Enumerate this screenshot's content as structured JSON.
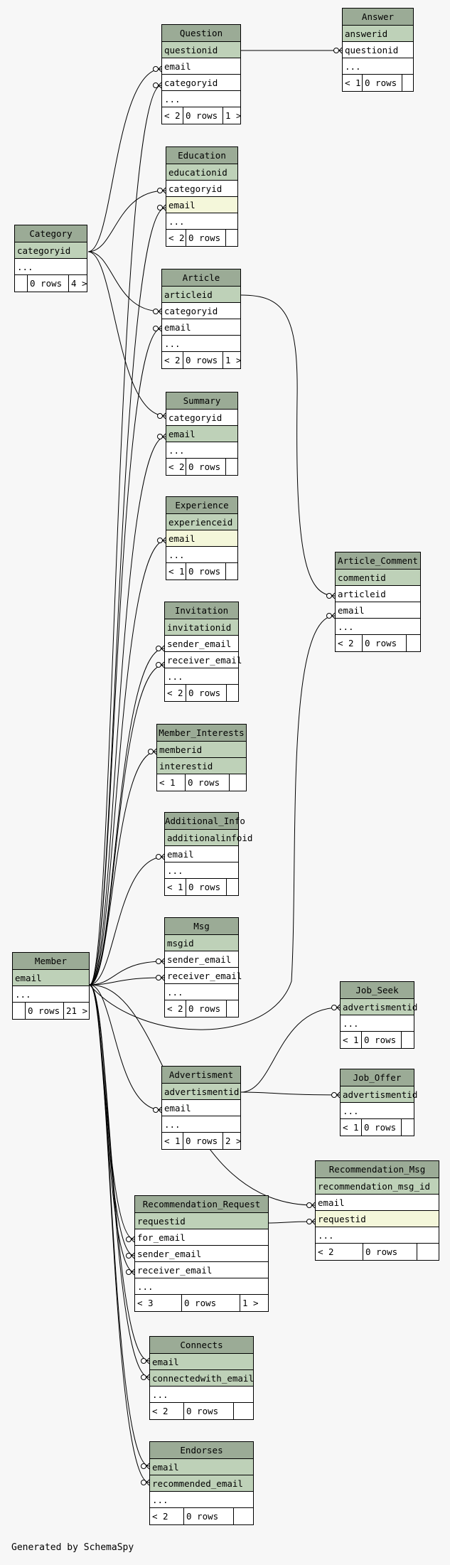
{
  "colors": {
    "background": "#f7f7f7",
    "table_header": "#9bab96",
    "key_column": "#bed1b8",
    "indexed_column": "#f4f7da",
    "plain_column": "#ffffff"
  },
  "tables": {
    "question": {
      "name": "Question",
      "columns": [
        "questionid",
        "email",
        "categoryid",
        "..."
      ],
      "foot": [
        "< 2",
        "0 rows",
        "1 >"
      ]
    },
    "answer": {
      "name": "Answer",
      "columns": [
        "answerid",
        "questionid",
        "..."
      ],
      "foot": [
        "< 1",
        "0 rows",
        ""
      ]
    },
    "education": {
      "name": "Education",
      "columns": [
        "educationid",
        "categoryid",
        "email",
        "..."
      ],
      "foot": [
        "< 2",
        "0 rows",
        ""
      ]
    },
    "category": {
      "name": "Category",
      "columns": [
        "categoryid",
        "..."
      ],
      "foot": [
        "",
        "0 rows",
        "4 >"
      ]
    },
    "article": {
      "name": "Article",
      "columns": [
        "articleid",
        "categoryid",
        "email",
        "..."
      ],
      "foot": [
        "< 2",
        "0 rows",
        "1 >"
      ]
    },
    "summary": {
      "name": "Summary",
      "columns": [
        "categoryid",
        "email",
        "..."
      ],
      "foot": [
        "< 2",
        "0 rows",
        ""
      ]
    },
    "experience": {
      "name": "Experience",
      "columns": [
        "experienceid",
        "email",
        "..."
      ],
      "foot": [
        "< 1",
        "0 rows",
        ""
      ]
    },
    "article_comment": {
      "name": "Article_Comment",
      "columns": [
        "commentid",
        "articleid",
        "email",
        "..."
      ],
      "foot": [
        "< 2",
        "0 rows",
        ""
      ]
    },
    "invitation": {
      "name": "Invitation",
      "columns": [
        "invitationid",
        "sender_email",
        "receiver_email",
        "..."
      ],
      "foot": [
        "< 2",
        "0 rows",
        ""
      ]
    },
    "member_interests": {
      "name": "Member_Interests",
      "columns": [
        "memberid",
        "interestid"
      ],
      "foot": [
        "< 1",
        "0 rows",
        ""
      ]
    },
    "additional_info": {
      "name": "Additional_Info",
      "columns": [
        "additionalinfoid",
        "email",
        "..."
      ],
      "foot": [
        "< 1",
        "0 rows",
        ""
      ]
    },
    "msg": {
      "name": "Msg",
      "columns": [
        "msgid",
        "sender_email",
        "receiver_email",
        "..."
      ],
      "foot": [
        "< 2",
        "0 rows",
        ""
      ]
    },
    "member": {
      "name": "Member",
      "columns": [
        "email",
        "..."
      ],
      "foot": [
        "",
        "0 rows",
        "21 >"
      ]
    },
    "job_seek": {
      "name": "Job_Seek",
      "columns": [
        "advertismentid",
        "..."
      ],
      "foot": [
        "< 1",
        "0 rows",
        ""
      ]
    },
    "advertisment": {
      "name": "Advertisment",
      "columns": [
        "advertismentid",
        "email",
        "..."
      ],
      "foot": [
        "< 1",
        "0 rows",
        "2 >"
      ]
    },
    "job_offer": {
      "name": "Job_Offer",
      "columns": [
        "advertismentid",
        "..."
      ],
      "foot": [
        "< 1",
        "0 rows",
        ""
      ]
    },
    "recommendation_msg": {
      "name": "Recommendation_Msg",
      "columns": [
        "recommendation_msg_id",
        "email",
        "requestid",
        "..."
      ],
      "foot": [
        "< 2",
        "0 rows",
        ""
      ]
    },
    "recommendation_request": {
      "name": "Recommendation_Request",
      "columns": [
        "requestid",
        "for_email",
        "sender_email",
        "receiver_email",
        "..."
      ],
      "foot": [
        "< 3",
        "0 rows",
        "1 >"
      ]
    },
    "connects": {
      "name": "Connects",
      "columns": [
        "email",
        "connectedwith_email",
        "..."
      ],
      "foot": [
        "< 2",
        "0 rows",
        ""
      ]
    },
    "endorses": {
      "name": "Endorses",
      "columns": [
        "email",
        "recommended_email",
        "..."
      ],
      "foot": [
        "< 2",
        "0 rows",
        ""
      ]
    }
  },
  "footer": "Generated by SchemaSpy"
}
